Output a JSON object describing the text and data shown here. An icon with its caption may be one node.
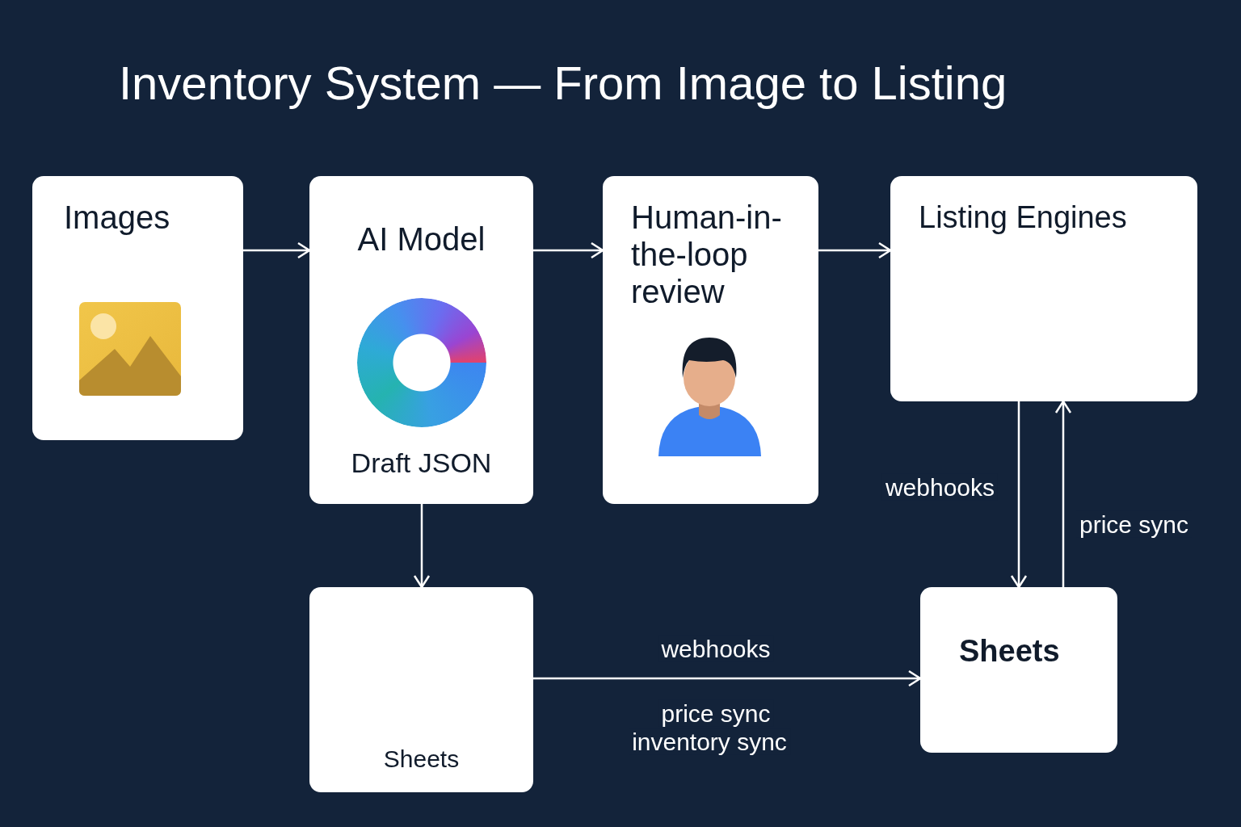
{
  "diagram": {
    "title": "Inventory System — From Image to Listing",
    "nodes": [
      {
        "text": [
          "Images"
        ]
      },
      {
        "text": [
          "AI Model",
          "Draft JSON"
        ]
      },
      {
        "text": [
          "Human-in-the-loop review"
        ]
      },
      {
        "text": [
          "Listing Engines"
        ]
      },
      {
        "text": [
          "Sheets"
        ]
      },
      {
        "text": [
          "Sheets"
        ]
      }
    ],
    "edges": [
      {
        "from": 0,
        "to": 1,
        "arrow": "to"
      },
      {
        "from": 1,
        "to": 2,
        "arrow": "to"
      },
      {
        "from": 2,
        "to": 3,
        "arrow": "to"
      },
      {
        "from": 1,
        "to": 4,
        "arrow": "to"
      },
      {
        "from": 4,
        "to": 5,
        "arrow": "to",
        "label": "webhooks"
      },
      {
        "from": 3,
        "to": 5,
        "arrow": "to",
        "label": "webhooks"
      },
      {
        "from": 5,
        "to": 3,
        "arrow": "to",
        "label": "price sync"
      }
    ],
    "labels": [
      "price sync",
      "inventory sync"
    ]
  }
}
